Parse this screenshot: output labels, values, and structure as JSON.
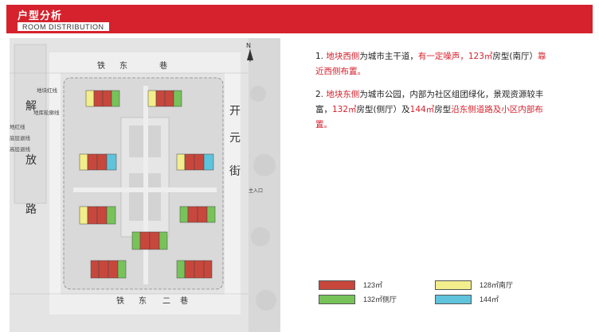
{
  "header": {
    "title": "户型分析",
    "subtitle": "ROOM DISTRIBUTION"
  },
  "plan": {
    "north_label": "N",
    "road_north": [
      "铁",
      "东",
      "巷"
    ],
    "road_south": [
      "铁",
      "东",
      "二",
      "巷"
    ],
    "road_west": [
      "解",
      "放",
      "路"
    ],
    "road_east": [
      "开",
      "元",
      "街"
    ],
    "west_labels": [
      "地块红线",
      "地库轮廓线",
      "地红线",
      "底层退线",
      "高层退线"
    ],
    "entrance_label": "主入口"
  },
  "notes": [
    {
      "index": "1.",
      "parts": [
        {
          "text": "地块西侧",
          "hl": true
        },
        {
          "text": "为城市主干道，",
          "hl": false
        },
        {
          "text": "有一定噪声，",
          "hl": true
        },
        {
          "text": "123㎡",
          "hl": true
        },
        {
          "text": "房型(南厅）",
          "hl": false
        },
        {
          "text": "靠近西侧布置。",
          "hl": true
        }
      ]
    },
    {
      "index": "2.",
      "parts": [
        {
          "text": "地块东侧",
          "hl": true
        },
        {
          "text": "为城市公园，内部为社区组团绿化，景观资源较丰富，",
          "hl": false
        },
        {
          "text": "132㎡",
          "hl": true
        },
        {
          "text": "房型(侧厅）及",
          "hl": false
        },
        {
          "text": "144㎡",
          "hl": true
        },
        {
          "text": "房型",
          "hl": false
        },
        {
          "text": "沿东侧道路及小区内部布置。",
          "hl": true
        }
      ]
    }
  ],
  "legend": [
    {
      "label": "123㎡",
      "color": "#c8473c"
    },
    {
      "label": "128㎡南厅",
      "color": "#f2ee8c"
    },
    {
      "label": "132㎡侧厅",
      "color": "#77c35a"
    },
    {
      "label": "144㎡",
      "color": "#5ec3db"
    }
  ],
  "colors": {
    "brand_red": "#d5222d",
    "unit_123": "#c8473c",
    "unit_128": "#f2ee8c",
    "unit_132": "#77c35a",
    "unit_144": "#5ec3db"
  }
}
